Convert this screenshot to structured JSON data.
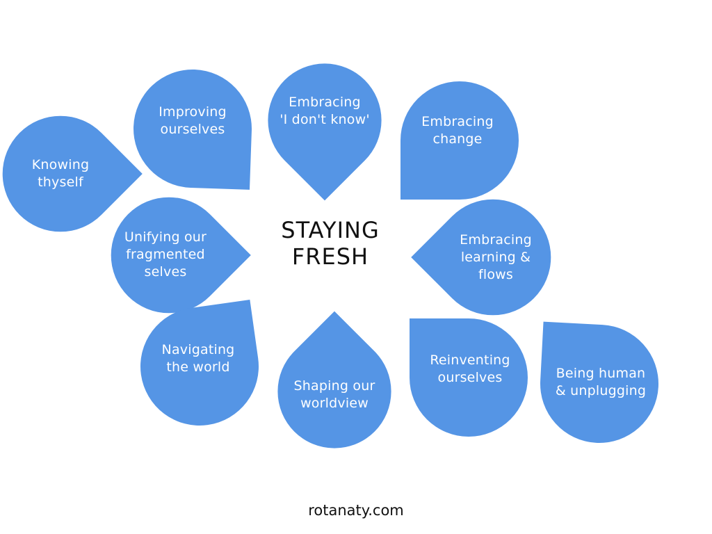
{
  "diagram": {
    "center_line1": "STAYING",
    "center_line2": "FRESH",
    "accent_color": "#5595e5",
    "nodes": [
      {
        "id": "knowing-thyself",
        "line1": "Knowing",
        "line2": "thyself",
        "line3": ""
      },
      {
        "id": "improving-ourselves",
        "line1": "Improving",
        "line2": "ourselves",
        "line3": ""
      },
      {
        "id": "embracing-i-dont-know",
        "line1": "Embracing",
        "line2": "'I don't know'",
        "line3": ""
      },
      {
        "id": "embracing-change",
        "line1": "Embracing",
        "line2": "change",
        "line3": ""
      },
      {
        "id": "unifying-selves",
        "line1": "Unifying our",
        "line2": "fragmented",
        "line3": "selves"
      },
      {
        "id": "embracing-learning",
        "line1": "Embracing",
        "line2": "learning &",
        "line3": "flows"
      },
      {
        "id": "navigating-world",
        "line1": "Navigating",
        "line2": "the world",
        "line3": ""
      },
      {
        "id": "shaping-worldview",
        "line1": "Shaping our",
        "line2": "worldview",
        "line3": ""
      },
      {
        "id": "reinventing-ourselves",
        "line1": "Reinventing",
        "line2": "ourselves",
        "line3": ""
      },
      {
        "id": "being-human",
        "line1": "Being human",
        "line2": "& unplugging",
        "line3": ""
      }
    ]
  },
  "footer": {
    "site": "rotanaty.com"
  }
}
